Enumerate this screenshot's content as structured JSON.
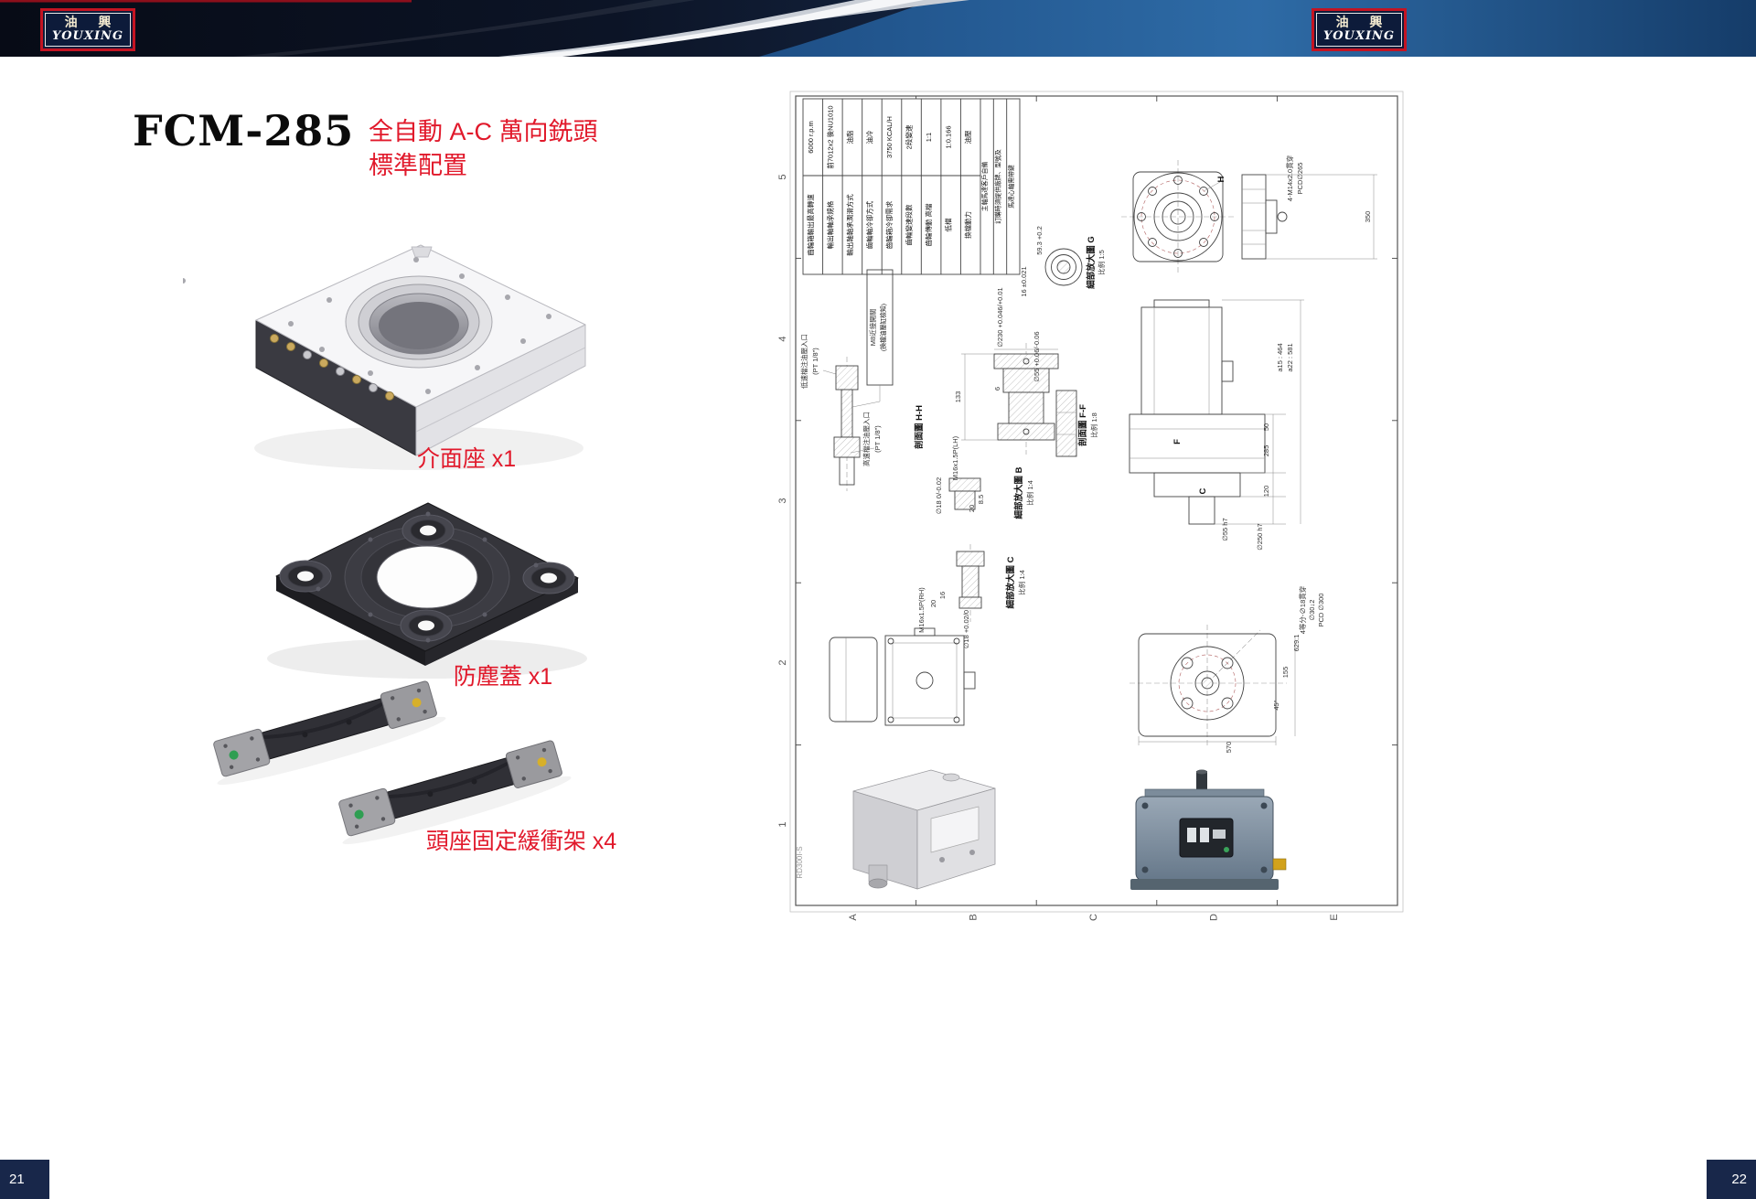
{
  "header": {
    "logo_cn": "油 興",
    "logo_en": "YOUXING"
  },
  "footer": {
    "left_page": "21",
    "right_page": "22"
  },
  "left_page": {
    "model": "FCM-285",
    "subtitle1": "全自動 A-C 萬向銑頭",
    "subtitle2": "標準配置",
    "item1_label": "介面座 x1",
    "item2_label": "防塵蓋 x1",
    "item3_label": "頭座固定緩衝架 x4"
  },
  "drawing": {
    "doc_no": "RD300I-S",
    "grid": {
      "rows": [
        "5",
        "4",
        "3",
        "2",
        "1"
      ],
      "cols": [
        "A",
        "B",
        "C",
        "D",
        "E"
      ]
    },
    "spec": {
      "r1l": "齒輪箱輸出最高轉速",
      "r1v": "6000 r.p.m",
      "r2l": "輸出軸軸承規格",
      "r2v": "前7012x2 後NU1010",
      "r3l": "輸出軸軸承潤滑方式",
      "r3v": "油脂",
      "r4l": "齒輪軸冷卻方式",
      "r4v": "油冷",
      "r5l": "齒輪箱冷卻需求",
      "r5v": "3750 KCAL/H",
      "r6l": "齒輪變速段數",
      "r6v": "2段變速",
      "r7l": "齒輪傳動 高檔",
      "r7v": "1:1",
      "r8l": "低檔",
      "r8v": "1:0.166",
      "r9l": "換檔動力",
      "r9v": "油壓",
      "note1": "主軸馬達客戶自備",
      "note2": "訂購時須提供廠牌、型號及",
      "note3": "馬達心軸需帶鍵"
    },
    "ann": {
      "bolt_note": "4-M14x2.0貫穿",
      "pcd265": "PCD∅265",
      "d350": "350",
      "view_h": "H",
      "d593": "59.3 +0.2",
      "d16t": "16 ±0.021",
      "detail_g": "細部放大圖 G",
      "detail_g_scale": "比例 1:5",
      "d230": "∅230 +0.046/+0.01",
      "d55": "∅55 +0.06/-0.06",
      "d6": "6",
      "d133": "133",
      "sec_hh": "剖面圖 H-H",
      "sec_ff": "剖面圖 F-F",
      "sec_ff_scale": "比例 1:8",
      "m16lh": "M16x1.5P(LH)",
      "d18a": "∅18 0/-0.02",
      "d20": "20",
      "d85": "8.5",
      "detail_b": "細部放大圖 B",
      "detail_b_scale": "比例 1:4",
      "detail_c": "細部放大圖 C",
      "detail_c_scale": "比例 1:4",
      "m16rh": "M16x1.5P(RH)",
      "d18b": "∅18 +0.02/0",
      "d16": "16",
      "d20b": "20",
      "low_oil": "低速檔注油壓入口",
      "low_oil_pt": "(PT 1/8\")",
      "high_oil": "高速檔注油壓入口",
      "high_oil_pt": "(PT 1/8\")",
      "m8": "M8近接開關",
      "m8b": "(換檔油壓缸檢知)",
      "a15": "a15 : 464",
      "a22": "a22 : 581",
      "d50": "50",
      "d285": "285",
      "d120": "120",
      "d55h7": "∅55 h7",
      "d250h7": "∅250 h7",
      "view_f": "F",
      "view_c": "C",
      "d155": "155",
      "d6291": "629.1",
      "four": "4等分-∅18貫穿",
      "four2": "∅30↓2",
      "pcd300": "PCD ∅300",
      "d45": "45°",
      "d570": "570"
    }
  }
}
